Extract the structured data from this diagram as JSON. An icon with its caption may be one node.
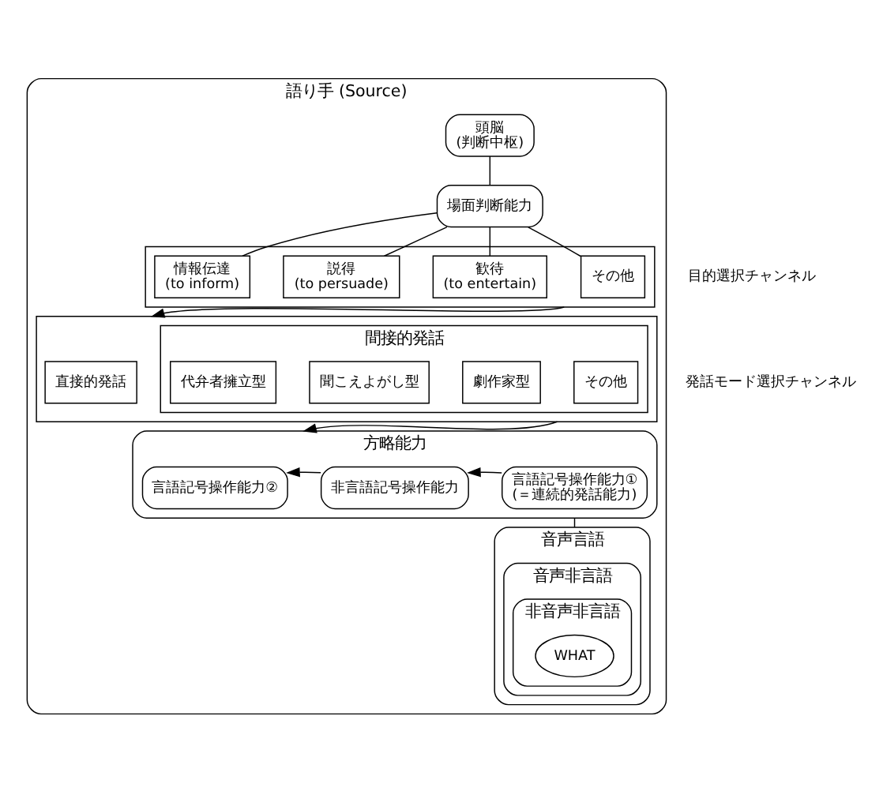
{
  "diagram": {
    "nodes": [
      {
        "text": [
          "語り手 (Source)"
        ]
      },
      {
        "text": [
          "頭脳",
          "(判断中枢)"
        ],
        "in": 0
      },
      {
        "text": [
          "場面判断能力"
        ],
        "in": 0
      },
      {
        "text": [],
        "shape": "box",
        "in": 0
      },
      {
        "text": [
          "情報伝達",
          "(to inform)"
        ],
        "in": 3
      },
      {
        "text": [
          "説得",
          "(to persuade)"
        ],
        "in": 3
      },
      {
        "text": [
          "歓待",
          "(to entertain)"
        ],
        "in": 3
      },
      {
        "text": [
          "その他"
        ],
        "in": 3
      },
      {
        "text": [],
        "shape": "box",
        "in": 0
      },
      {
        "text": [
          "直接的発話"
        ],
        "in": 8
      },
      {
        "text": [
          "間接的発話"
        ],
        "in": 8
      },
      {
        "text": [
          "代弁者擁立型"
        ],
        "in": 10
      },
      {
        "text": [
          "聞こえよがし型"
        ],
        "in": 10
      },
      {
        "text": [
          "劇作家型"
        ],
        "in": 10
      },
      {
        "text": [
          "その他"
        ],
        "in": 10
      },
      {
        "text": [
          "方略能力"
        ],
        "in": 0
      },
      {
        "text": [
          "言語記号操作能力②"
        ],
        "in": 15
      },
      {
        "text": [
          "非言語記号操作能力"
        ],
        "in": 15
      },
      {
        "text": [
          "言語記号操作能力①",
          "(＝連続的発話能力)"
        ],
        "in": 15
      },
      {
        "text": [
          "音声言語"
        ],
        "in": 0
      },
      {
        "text": [
          "音声非言語"
        ],
        "in": 19
      },
      {
        "text": [
          "非音声非言語"
        ],
        "in": 20
      },
      {
        "text": [
          "WHAT"
        ],
        "in": 21
      }
    ],
    "edges": [
      {
        "from": 1,
        "to": 2,
        "arrow": "none"
      },
      {
        "from": 2,
        "to": 4,
        "arrow": "none"
      },
      {
        "from": 2,
        "to": 5,
        "arrow": "none"
      },
      {
        "from": 2,
        "to": 6,
        "arrow": "none"
      },
      {
        "from": 2,
        "to": 7,
        "arrow": "none"
      },
      {
        "from": 3,
        "to": 8,
        "arrow": "to"
      },
      {
        "from": 8,
        "to": 15,
        "arrow": "to"
      },
      {
        "from": 18,
        "to": 17,
        "arrow": "to"
      },
      {
        "from": 17,
        "to": 16,
        "arrow": "to"
      },
      {
        "from": 15,
        "to": 19,
        "arrow": "none"
      }
    ],
    "labels": [
      "目的選択チャンネル",
      "発話モード選択チャンネル"
    ]
  }
}
